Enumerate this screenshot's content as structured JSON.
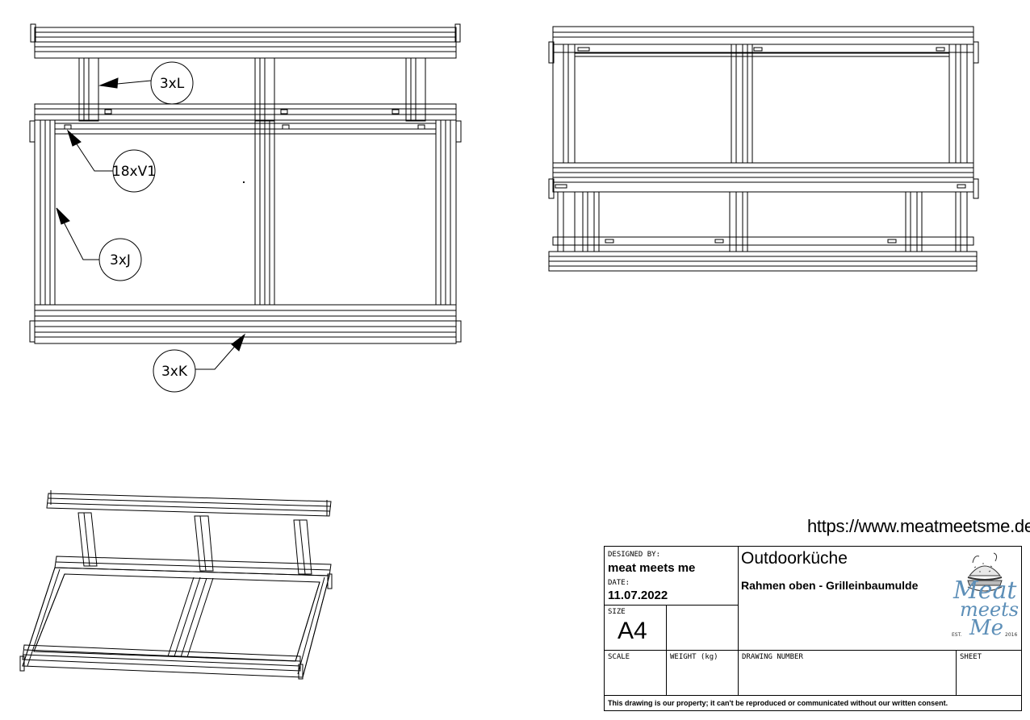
{
  "callouts": {
    "l": "3xL",
    "v1": "18xV1",
    "j": "3xJ",
    "k": "3xK"
  },
  "website": "https://www.meatmeetsme.de",
  "title_block": {
    "designed_by_label": "DESIGNED BY:",
    "designed_by": "meat meets me",
    "date_label": "DATE:",
    "date": "11.07.2022",
    "size_label": "SIZE",
    "size": "A4",
    "title": "Outdoorküche",
    "subtitle": "Rahmen oben - Grilleinbaumulde",
    "scale_label": "SCALE",
    "weight_label": "WEIGHT (kg)",
    "drawing_number_label": "DRAWING NUMBER",
    "sheet_label": "SHEET",
    "notice": "This drawing is our property; it can't be reproduced or communicated without our written consent."
  },
  "logo": {
    "line1": "Meat",
    "line2": "meets",
    "line3": "Me",
    "est": "EST.",
    "year": "2016",
    "color": "#5d8fb8"
  }
}
